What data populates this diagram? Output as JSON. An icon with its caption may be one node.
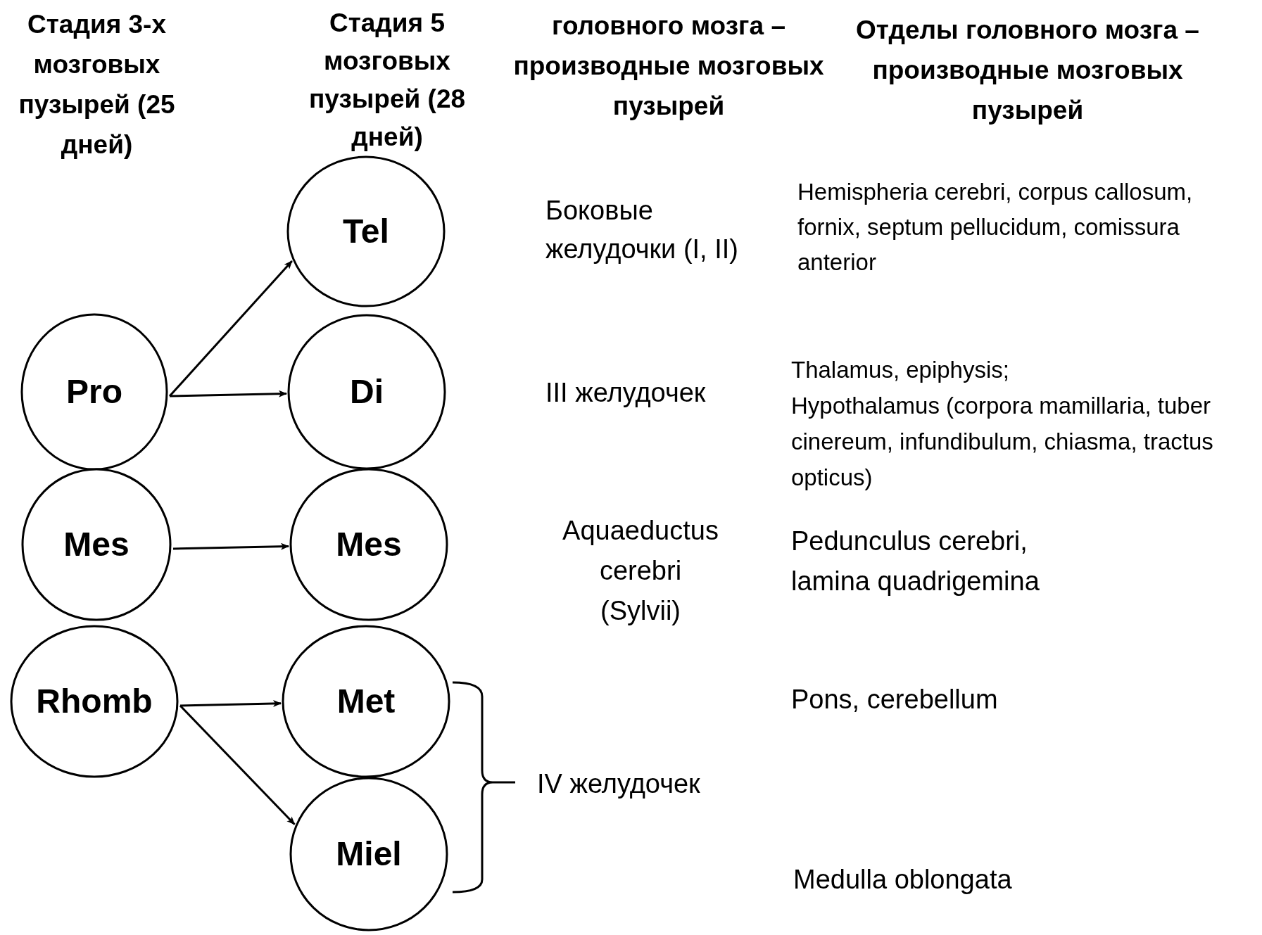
{
  "diagram": {
    "nodes": [
      {
        "text": [
          "Pro"
        ]
      },
      {
        "text": [
          "Mes"
        ]
      },
      {
        "text": [
          "Rhomb"
        ]
      },
      {
        "text": [
          "Tel"
        ]
      },
      {
        "text": [
          "Di"
        ]
      },
      {
        "text": [
          "Mes"
        ]
      },
      {
        "text": [
          "Met"
        ]
      },
      {
        "text": [
          "Miel"
        ]
      }
    ],
    "edges": [
      {
        "from": 0,
        "to": 3,
        "arrow": "to"
      },
      {
        "from": 0,
        "to": 4,
        "arrow": "to"
      },
      {
        "from": 1,
        "to": 5,
        "arrow": "to"
      },
      {
        "from": 2,
        "to": 6,
        "arrow": "to"
      },
      {
        "from": 2,
        "to": 7,
        "arrow": "to"
      }
    ],
    "labels": [
      "Стадия 3-х мозговых пузырей (25 дней)",
      "Стадия 5 мозговых пузырей (28 дней)",
      "головного мозга – производные мозговых пузырей",
      "Отделы головного мозга – производные мозговых пузырей",
      "Боковые желудочки (I, II)",
      "Hemispheria cerebri, corpus callosum, fornix, septum pellucidum, comissura anterior",
      "III желудочек",
      "Thalamus,  epiphysis;",
      "Hypothalamus (corpora mamillaria, tuber cinereum, infundibulum, chiasma, tractus  opticus)",
      "Aquaeductus cerebri (Sylvii)",
      "Pedunculus cerebri, lamina quadrigemina",
      "Pons, cerebellum",
      "IV желудочек",
      "Medulla oblongata"
    ]
  }
}
